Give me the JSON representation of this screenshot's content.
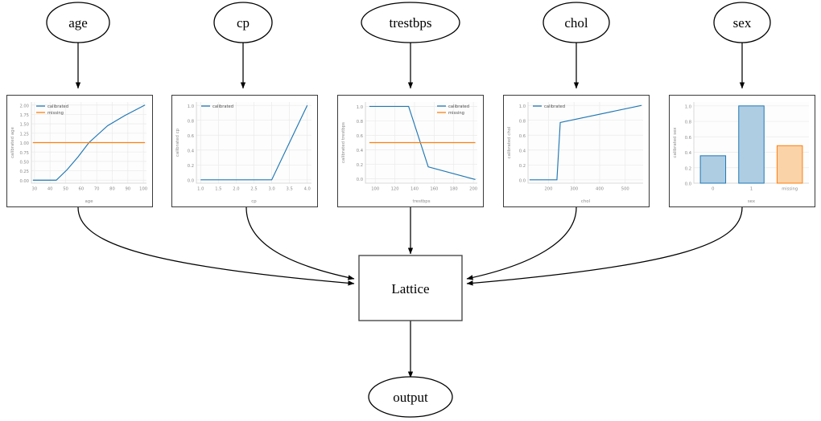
{
  "diagram": {
    "type": "calibrated-lattice-model-graph",
    "input_nodes": [
      {
        "id": "age",
        "label": "age",
        "shape": "ellipse"
      },
      {
        "id": "cp",
        "label": "cp",
        "shape": "ellipse"
      },
      {
        "id": "trestbps",
        "label": "trestbps",
        "shape": "ellipse"
      },
      {
        "id": "chol",
        "label": "chol",
        "shape": "ellipse"
      },
      {
        "id": "sex",
        "label": "sex",
        "shape": "ellipse"
      }
    ],
    "lattice_node": {
      "label": "Lattice",
      "shape": "rectangle"
    },
    "output_node": {
      "label": "output",
      "shape": "ellipse"
    },
    "edge_color": "#000000",
    "node_border_color": "#000000"
  },
  "colors": {
    "calibrated": "#1f77b4",
    "missing": "#ff7f0e",
    "bar_fill_blue": "#aecde3",
    "bar_edge_blue": "#1f77b4",
    "bar_fill_orange": "#fbd3a8",
    "bar_edge_orange": "#ff7f0e",
    "panel_border": "#3a3a3a",
    "tick_text": "#8a8a8a",
    "grid": "#eaeaea"
  },
  "chart_data": [
    {
      "id": "age",
      "type": "line",
      "title": "",
      "xlabel": "age",
      "ylabel": "calibrated age",
      "xlim": [
        28,
        102
      ],
      "ylim": [
        -0.08,
        2.08
      ],
      "xticks": [
        30,
        40,
        50,
        60,
        70,
        80,
        90,
        100
      ],
      "yticks": [
        0.0,
        0.25,
        0.5,
        0.75,
        1.0,
        1.25,
        1.5,
        1.75,
        2.0
      ],
      "ytick_labels": [
        "0.00",
        "0.25",
        "0.50",
        "0.75",
        "1.00",
        "1.25",
        "1.50",
        "1.75",
        "2.00"
      ],
      "grid": true,
      "legend": [
        "calibrated",
        "missing"
      ],
      "legend_position": "upper left",
      "series": [
        {
          "name": "calibrated",
          "color": "#1f77b4",
          "x": [
            29,
            44,
            51,
            58,
            65,
            77,
            88,
            101
          ],
          "y": [
            0.0,
            0.0,
            0.28,
            0.62,
            1.0,
            1.45,
            1.72,
            2.0
          ]
        },
        {
          "name": "missing",
          "color": "#ff7f0e",
          "x": [
            29,
            101
          ],
          "y": [
            1.0,
            1.0
          ]
        }
      ]
    },
    {
      "id": "cp",
      "type": "line",
      "title": "",
      "xlabel": "cp",
      "ylabel": "calibrated cp",
      "xlim": [
        0.88,
        4.12
      ],
      "ylim": [
        -0.045,
        1.045
      ],
      "xticks": [
        1.0,
        1.5,
        2.0,
        2.5,
        3.0,
        3.5,
        4.0
      ],
      "xtick_labels": [
        "1.0",
        "1.5",
        "2.0",
        "2.5",
        "3.0",
        "3.5",
        "4.0"
      ],
      "yticks": [
        0.0,
        0.2,
        0.4,
        0.6,
        0.8,
        1.0
      ],
      "ytick_labels": [
        "0.0",
        "0.2",
        "0.4",
        "0.6",
        "0.8",
        "1.0"
      ],
      "grid": true,
      "legend": [
        "calibrated"
      ],
      "legend_position": "upper left",
      "series": [
        {
          "name": "calibrated",
          "color": "#1f77b4",
          "x": [
            1.0,
            2.0,
            3.0,
            4.0
          ],
          "y": [
            0.0,
            0.0,
            0.0,
            1.0
          ]
        }
      ]
    },
    {
      "id": "trestbps",
      "type": "line",
      "title": "",
      "xlabel": "trestbps",
      "ylabel": "calibrated trestbps",
      "xlim": [
        90,
        204
      ],
      "ylim": [
        -0.06,
        1.06
      ],
      "xticks": [
        100,
        120,
        140,
        160,
        180,
        200
      ],
      "yticks": [
        0.0,
        0.2,
        0.4,
        0.6,
        0.8,
        1.0
      ],
      "ytick_labels": [
        "0.0",
        "0.2",
        "0.4",
        "0.6",
        "0.8",
        "1.0"
      ],
      "grid": true,
      "legend": [
        "calibrated",
        "missing"
      ],
      "legend_position": "upper right",
      "series": [
        {
          "name": "calibrated",
          "color": "#1f77b4",
          "x": [
            94,
            134,
            154,
            202
          ],
          "y": [
            1.0,
            1.0,
            0.165,
            -0.01
          ]
        },
        {
          "name": "missing",
          "color": "#ff7f0e",
          "x": [
            94,
            202
          ],
          "y": [
            0.5,
            0.5
          ]
        }
      ]
    },
    {
      "id": "chol",
      "type": "line",
      "title": "",
      "xlabel": "chol",
      "ylabel": "calibrated chol",
      "xlim": [
        120,
        570
      ],
      "ylim": [
        -0.045,
        1.045
      ],
      "xticks": [
        200,
        300,
        400,
        500
      ],
      "yticks": [
        0.0,
        0.2,
        0.4,
        0.6,
        0.8,
        1.0
      ],
      "ytick_labels": [
        "0.0",
        "0.2",
        "0.4",
        "0.6",
        "0.8",
        "1.0"
      ],
      "grid": true,
      "legend": [
        "calibrated"
      ],
      "legend_position": "upper left",
      "series": [
        {
          "name": "calibrated",
          "color": "#1f77b4",
          "x": [
            126,
            233,
            246,
            564
          ],
          "y": [
            0.0,
            0.0,
            0.77,
            1.0
          ]
        }
      ]
    },
    {
      "id": "sex",
      "type": "bar",
      "title": "",
      "xlabel": "sex",
      "ylabel": "calibrated sex",
      "categories": [
        "0",
        "1",
        "missing"
      ],
      "values": [
        0.355,
        1.0,
        0.485
      ],
      "bar_colors": [
        "#aecde3",
        "#aecde3",
        "#fbd3a8"
      ],
      "bar_edge_colors": [
        "#1f77b4",
        "#1f77b4",
        "#ff7f0e"
      ],
      "ylim": [
        0.0,
        1.05
      ],
      "yticks": [
        0.0,
        0.2,
        0.4,
        0.6,
        0.8,
        1.0
      ],
      "ytick_labels": [
        "0.0",
        "0.2",
        "0.4",
        "0.6",
        "0.8",
        "1.0"
      ],
      "grid": true,
      "legend": [],
      "legend_position": "none"
    }
  ]
}
